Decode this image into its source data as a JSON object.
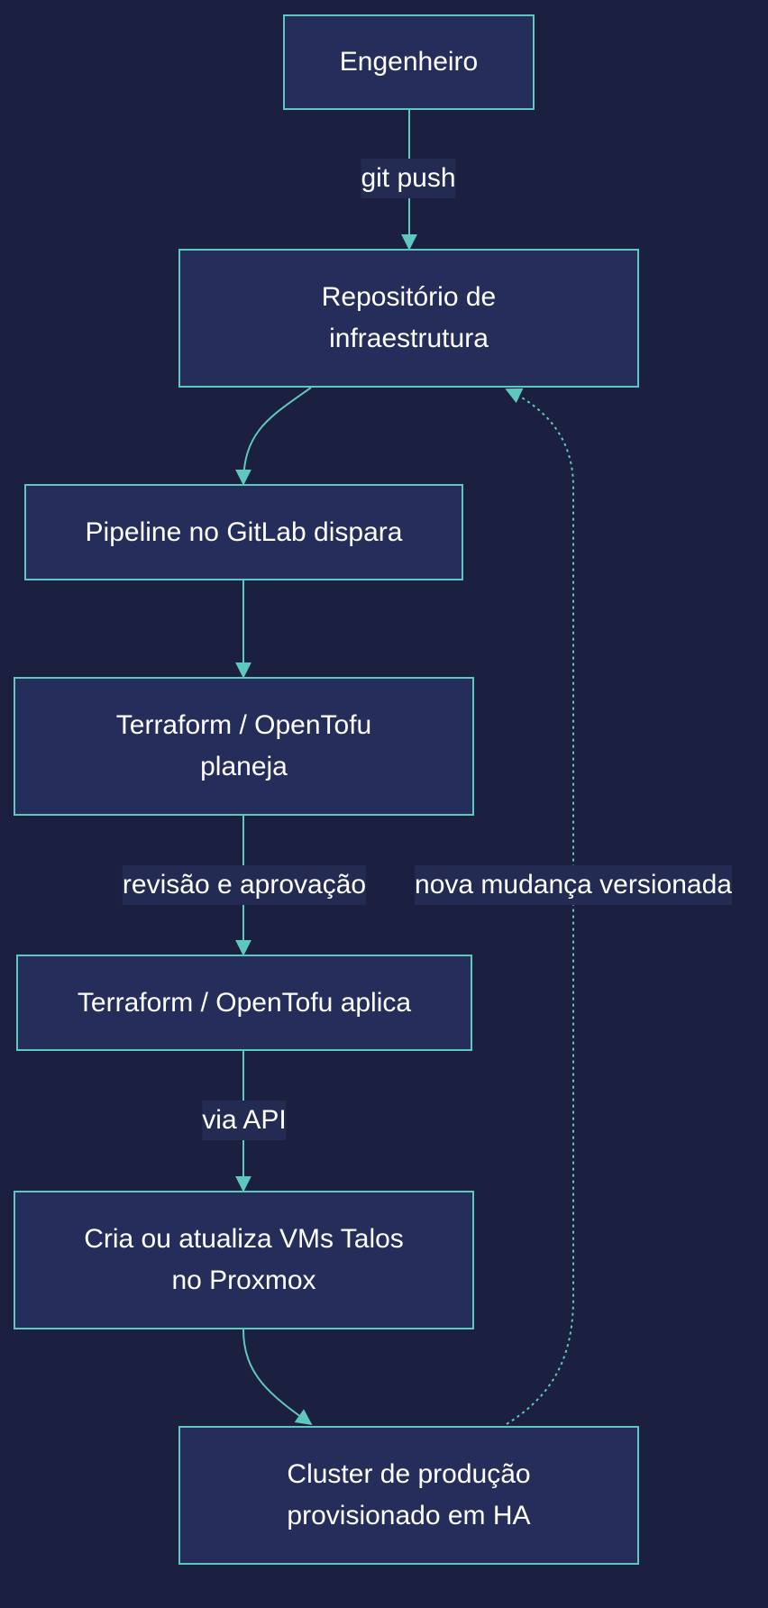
{
  "colors": {
    "background": "#1b1f40",
    "node_fill": "#252e5a",
    "stroke": "#5ec8bf",
    "text": "#ffffff",
    "label_bg": "#232b52"
  },
  "nodes": {
    "engenheiro": "Engenheiro",
    "repositorio": "Repositório de infraestrutura",
    "pipeline": "Pipeline no GitLab dispara",
    "planeja": "Terraform / OpenTofu planeja",
    "aplica": "Terraform / OpenTofu aplica",
    "vms": "Cria ou atualiza VMs Talos no Proxmox",
    "cluster": "Cluster de produção provisionado em HA"
  },
  "edges": {
    "git_push": "git push",
    "revisao": "revisão e aprovação",
    "via_api": "via API",
    "nova_mudanca": "nova mudança versionada"
  }
}
